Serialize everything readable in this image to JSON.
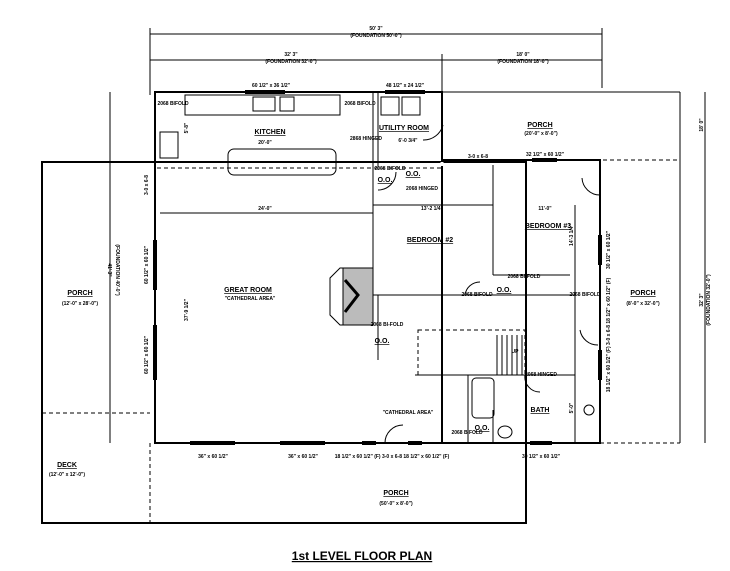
{
  "title": "1st LEVEL FLOOR PLAN",
  "dimensions": {
    "overall": "50' 3\"",
    "overall_foundation": "(FOUNDATION 50'-0\")",
    "left": "32' 3\"",
    "left_foundation": "(FOUNDATION 32'-0\")",
    "right": "18' 0\"",
    "right_foundation": "(FOUNDATION 18'-0\")",
    "depth_left": "41' 3\"",
    "depth_left_foundation": "(FOUNDATION 40'-0\")",
    "depth_right": "32' 3\"",
    "depth_right_foundation": "(FOUNDATION 32'-0\")"
  },
  "rooms": {
    "kitchen": {
      "name": "KITCHEN",
      "dim": "20'-0\"",
      "height": "5'-8\""
    },
    "utility": {
      "name": "UTILITY ROOM",
      "dim": "6'-0 3/4\""
    },
    "great_room": {
      "name": "GREAT ROOM",
      "note": "\"CATHEDRAL AREA\"",
      "width": "24'-0\"",
      "depth": "37'-9 1/2\""
    },
    "bedroom2": {
      "name": "BEDROOM #2",
      "dim": "13'-2 1/4\""
    },
    "bedroom3": {
      "name": "BEDROOM #3",
      "width": "11'-0\"",
      "depth": "14'-3 1/4\""
    },
    "bath": {
      "name": "BATH",
      "dim": "5'-0\""
    },
    "hall_note": "\"CATHEDRAL AREA\"",
    "porch_top": {
      "name": "PORCH",
      "size": "(20'-0\" x 8'-0\")"
    },
    "porch_left": {
      "name": "PORCH",
      "size": "(12'-0\" x 28'-0\")"
    },
    "porch_right": {
      "name": "PORCH",
      "size": "(8'-0\" x 32'-0\")"
    },
    "porch_bottom": {
      "name": "PORCH",
      "size": "(50'-0\" x 8'-0\")"
    },
    "deck": {
      "name": "DECK",
      "size": "(12'-0\" x 12'-0\")"
    }
  },
  "openings": {
    "kitchen_window": "60 1/2\" x 36 1/2\"",
    "utility_window": "48 1/2\" x 24 1/2\"",
    "porch_window": "32 1/2\" x 60 1/2\"",
    "door_368": "3-0 x 6-8",
    "left_window1": "60 1/2\" x 60 1/2\"",
    "left_window2": "60 1/2\" x 60 1/2\"",
    "right_window": "30 1/2\" x 60 1/2\"",
    "right_door_windows": "18 1/2\" x 60 1/2\" (F) 3-0 x 6-8 18 1/2\" x 60 1/2\" (F)",
    "bottom_w1": "36\" x 60 1/2\"",
    "bottom_w2": "36\" x 60 1/2\"",
    "bottom_door": "18 1/2\" x 60 1/2\" (F)  3-0 x 6-8  18 1/2\" x 60 1/2\" (F)",
    "bottom_w3": "30 1/2\" x 60 1/2\"",
    "bifold": "2068 BIFOLD",
    "bifold2": "2068 BI-FOLD",
    "hinged": "2868 HINGED",
    "hinged2": "2068 HINGED",
    "closet": "O.O.",
    "stairs_up": "UP"
  }
}
